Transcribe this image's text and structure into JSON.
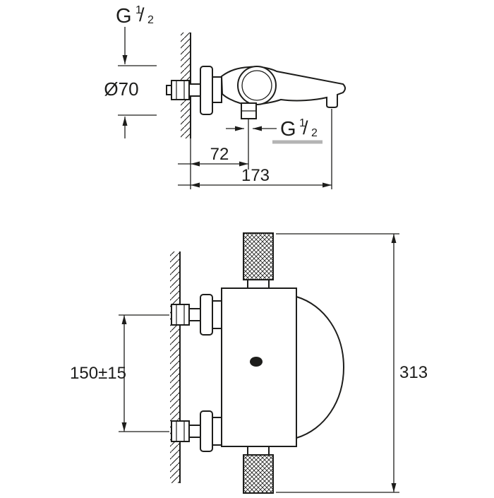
{
  "drawing": {
    "side_view": {
      "wall_thread_label": {
        "prefix": "G",
        "numerator": "1",
        "slash": "/",
        "denominator": "2"
      },
      "escutcheon_diameter": "Ø70",
      "outlet_thread_label": {
        "prefix": "G",
        "numerator": "1",
        "slash": "/",
        "denominator": "2"
      },
      "outlet_offset": "72",
      "spout_reach": "173"
    },
    "front_view": {
      "connection_spacing": "150±15",
      "total_height": "313"
    },
    "colors": {
      "line": "#1d1d1b",
      "underline_gray": "#b4b4b4",
      "background": "#ffffff"
    }
  }
}
